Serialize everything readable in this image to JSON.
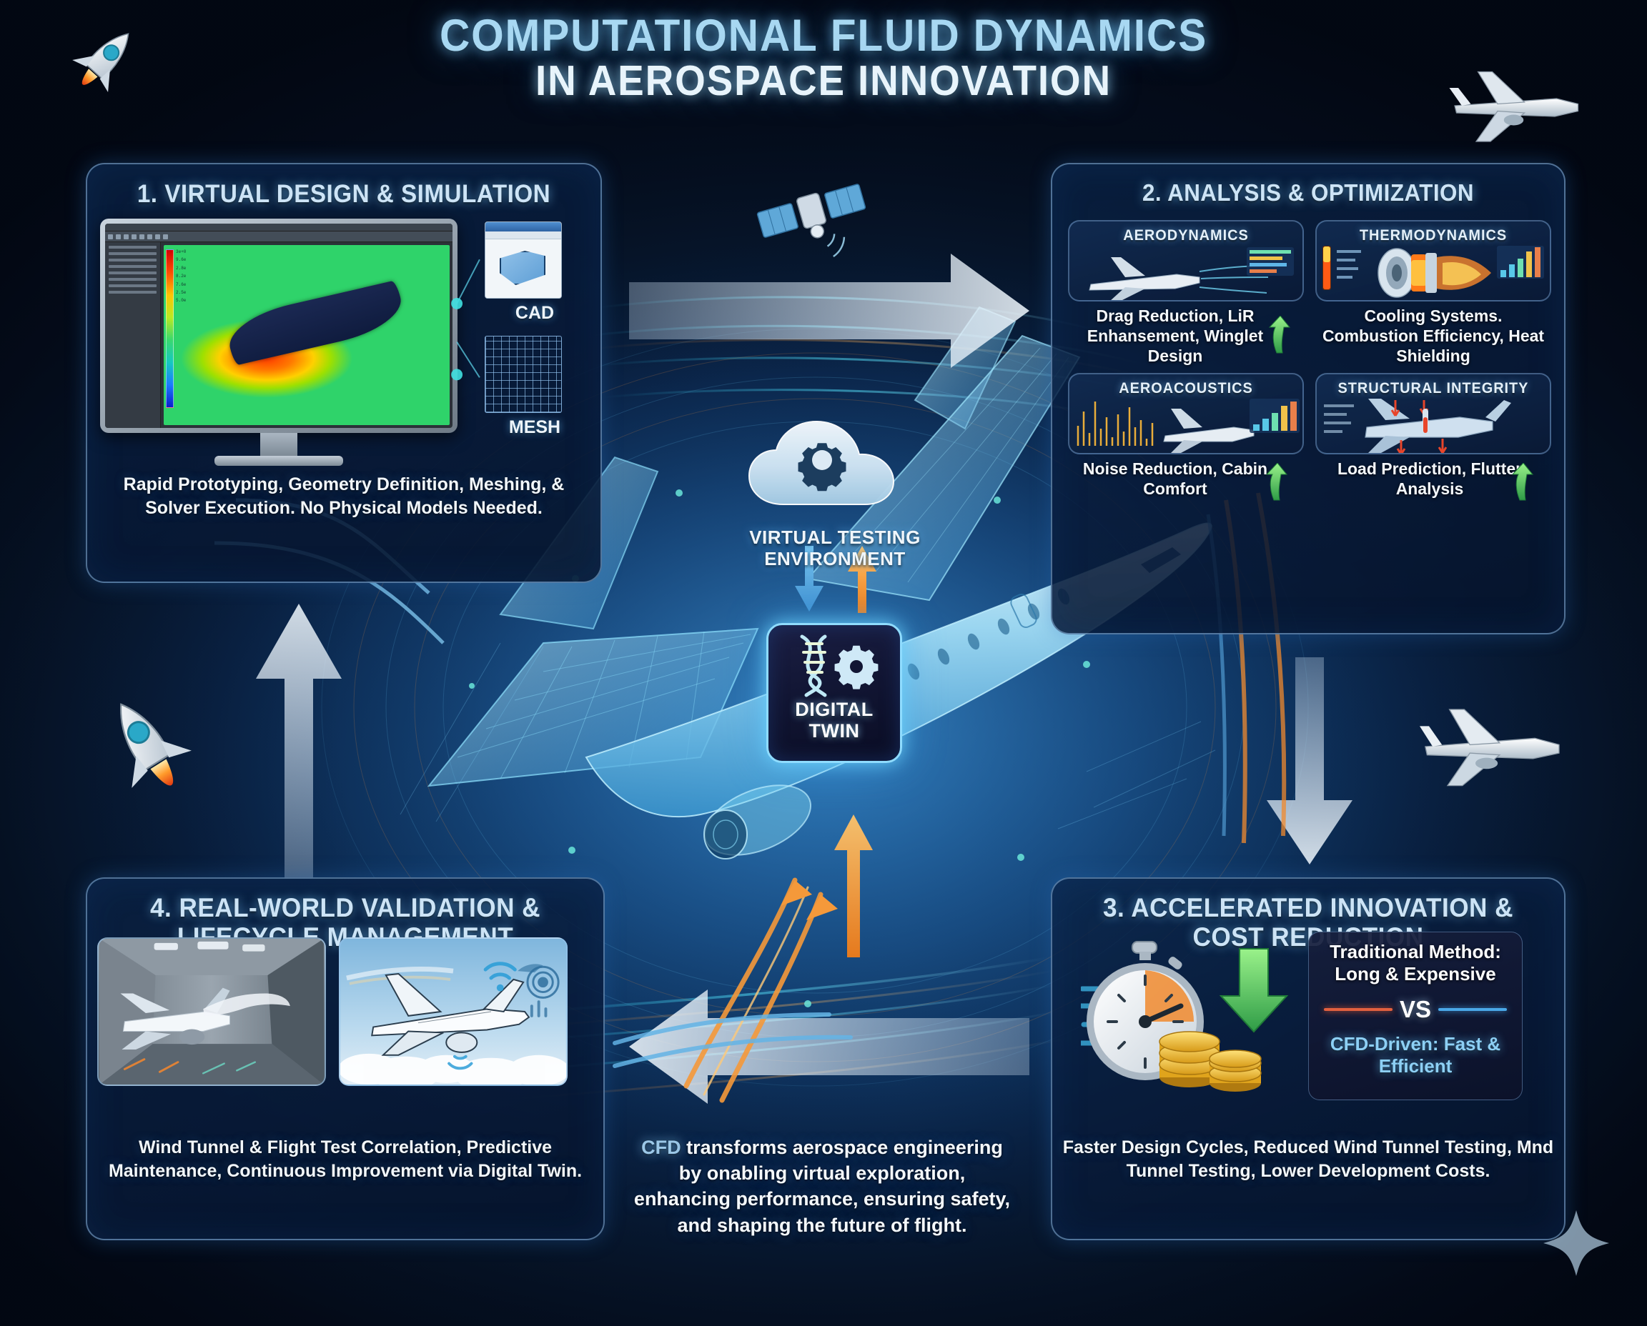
{
  "title": {
    "line1": "COMPUTATIONAL FLUID DYNAMICS",
    "line2": "IN AEROSPACE INNOVATION"
  },
  "panels": {
    "p1": {
      "title": "1. VIRTUAL DESIGN & SIMULATION",
      "caption": "Rapid Prototyping, Geometry Definition, Meshing, & Solver Execution. No Physical Models Needed.",
      "thumbs": {
        "cad_label": "CAD",
        "mesh_label": "MESH"
      }
    },
    "p2": {
      "title": "2. ANALYSIS & OPTIMIZATION",
      "cards": [
        {
          "title": "AERODYNAMICS",
          "caption": "Drag Reduction, LiR Enhansement, Winglet Design",
          "trend": "up"
        },
        {
          "title": "THERMODYNAMICS",
          "caption": "Cooling Systems. Combustion Efficiency, Heat Shielding",
          "trend": "none"
        },
        {
          "title": "AEROACOUSTICS",
          "caption": "Noise Reduction, Cabin Comfort",
          "trend": "up"
        },
        {
          "title": "STRUCTURAL INTEGRITY",
          "caption": "Load Prediction, Flutter Analysis",
          "trend": "up"
        }
      ]
    },
    "p3": {
      "title": "3. ACCELERATED INNOVATION & COST REDUCTION",
      "vs": {
        "traditional": "Traditional Method: Long & Expensive",
        "separator": "VS",
        "cfd": "CFD-Driven: Fast & Efficient"
      },
      "caption": "Faster Design Cycles, Reduced Wind Tunnel Testing, Mnd Tunnel Testing, Lower Development Costs."
    },
    "p4": {
      "title": "4. REAL-WORLD VALIDATION & LIFECYCLE MANAGEMENT",
      "caption": "Wind Tunnel & Flight Test Correlation, Predictive Maintenance, Continuous Improvement via Digital Twin."
    }
  },
  "center": {
    "cloud_label": "VIRTUAL TESTING ENVIRONMENT",
    "digital_twin_line1": "DIGITAL",
    "digital_twin_line2": "TWIN",
    "summary_highlight": "CFD",
    "summary_rest": " transforms aerospace engineering by onabling virtual exploration, enhancing performance, ensuring safety, and shaping the future of flight."
  },
  "icons": {
    "rocket_top_left": "rocket-icon",
    "jet_top_right": "airplane-icon",
    "rocket_mid_left": "rocket-icon",
    "jet_mid_right": "airplane-icon",
    "satellite": "satellite-icon",
    "sparkle": "sparkle-icon",
    "stopwatch": "stopwatch-icon",
    "coins": "coin-stack-icon",
    "cloud_gear": "cloud-gear-icon",
    "dna": "dna-icon",
    "gear": "gear-icon"
  },
  "colors": {
    "background_deep": "#061124",
    "background_glow": "#1a5b96",
    "panel_border": "#8cb9e6",
    "title_accent": "#a8d8f2",
    "title_white": "#e8f4fb",
    "arrow_white": "#c8dcf0",
    "arrow_orange": "#f5a03c",
    "arrow_blue": "#5aa8e0",
    "green_trend": "#5fd36a",
    "cyan_glow": "#8fdcff",
    "vs_red": "#e2603f",
    "vs_blue": "#4aa8e8"
  }
}
